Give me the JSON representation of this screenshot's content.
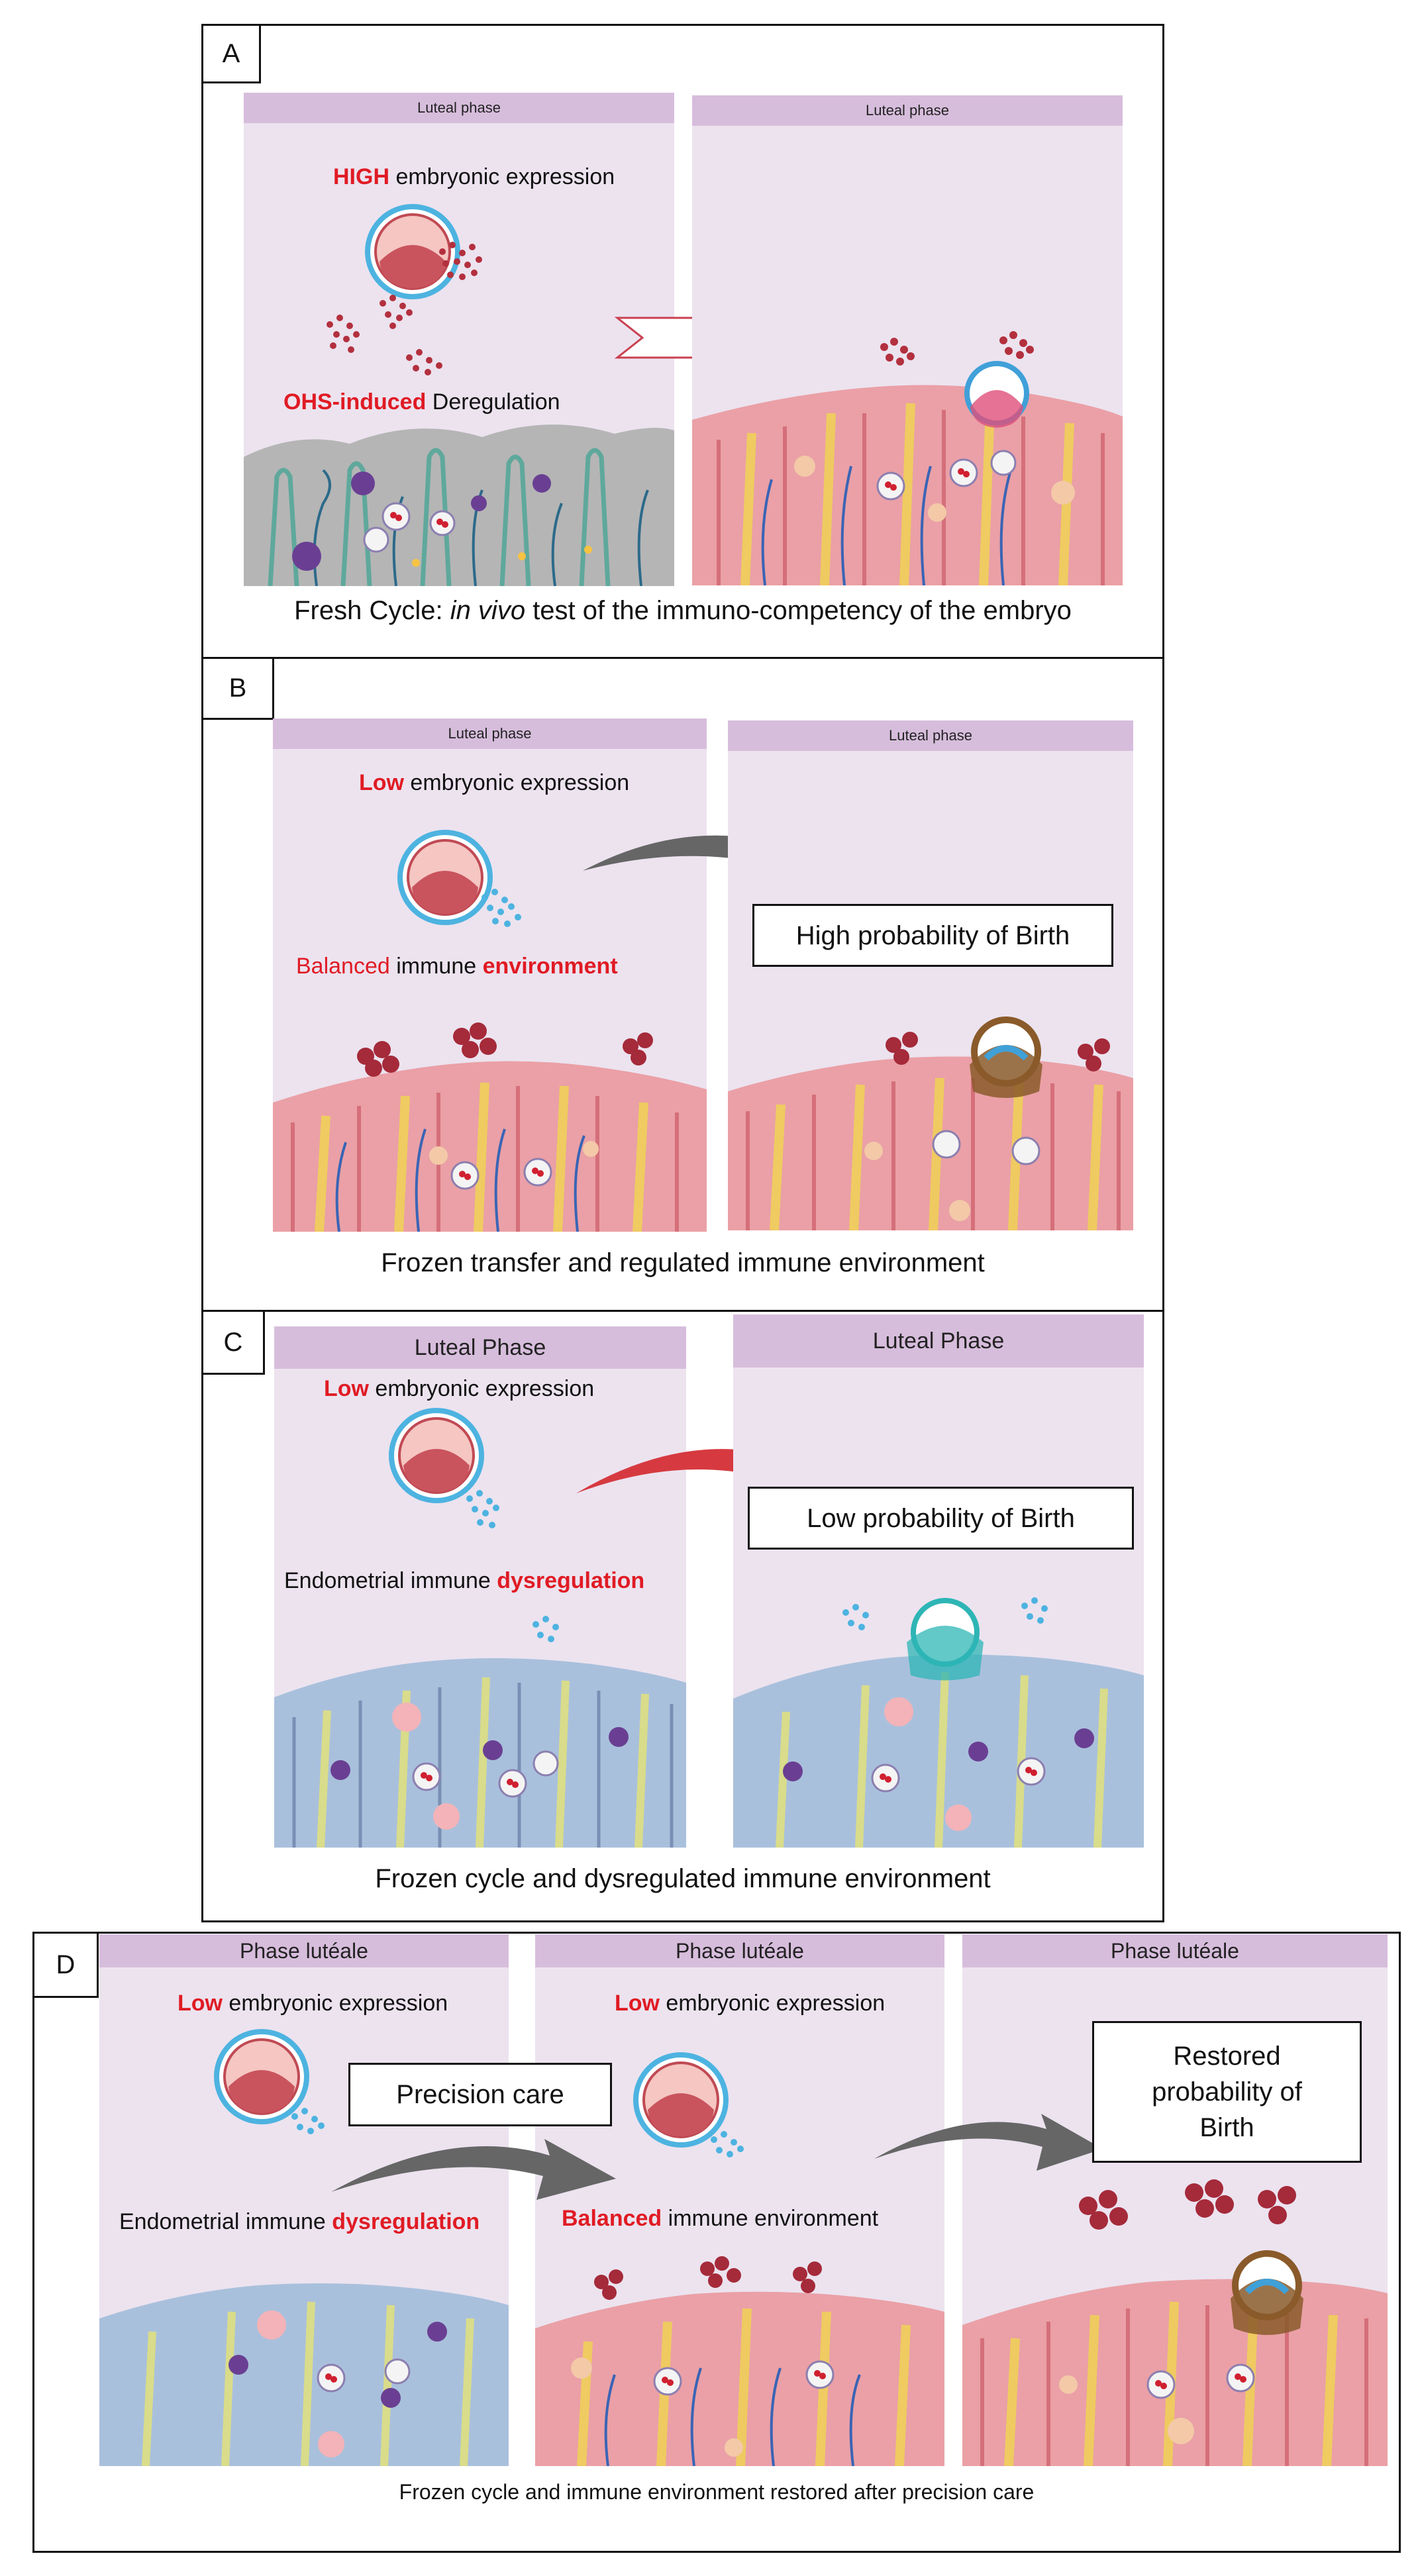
{
  "panels": {
    "A": {
      "letter": "A",
      "left": {
        "phase": "Luteal phase",
        "expr_strong": "HIGH",
        "expr_rest": " embryonic expression",
        "dereg_strong": "OHS-induced",
        "dereg_rest": " Deregulation"
      },
      "right": {
        "phase": "Luteal phase"
      },
      "caption_pre": "Fresh Cycle: ",
      "caption_em": "in vivo",
      "caption_post": " test of the immuno-competency of the embryo"
    },
    "B": {
      "letter": "B",
      "left": {
        "phase": "Luteal phase",
        "expr_strong": "Low",
        "expr_rest": " embryonic expression",
        "env_a": "Balanced",
        "env_b": " immune ",
        "env_c": "environment"
      },
      "right": {
        "phase": "Luteal phase"
      },
      "outcome": "High probability of Birth",
      "caption": "Frozen transfer and regulated immune environment"
    },
    "C": {
      "letter": "C",
      "left": {
        "phase": "Luteal Phase",
        "expr_strong": "Low",
        "expr_rest": " embryonic expression",
        "dys_rest": "Endometrial immune ",
        "dys_strong": "dysregulation"
      },
      "right": {
        "phase": "Luteal Phase"
      },
      "outcome": "Low probability of Birth",
      "caption": "Frozen cycle and dysregulated immune environment"
    },
    "D": {
      "letter": "D",
      "col1": {
        "phase": "Phase lutéale",
        "expr_strong": "Low",
        "expr_rest": " embryonic expression",
        "dys_rest": "Endometrial immune ",
        "dys_strong": "dysregulation"
      },
      "col2": {
        "phase": "Phase lutéale",
        "expr_strong": "Low",
        "expr_rest": " embryonic expression",
        "bal_strong": "Balanced",
        "bal_rest": " immune environment"
      },
      "col3": {
        "phase": "Phase lutéale"
      },
      "precision": "Precision care",
      "restored": [
        "Restored",
        "probability of",
        "Birth"
      ],
      "caption": "Frozen cycle and immune environment restored after precision care"
    }
  },
  "colors": {
    "highlight_red": "#e01b24",
    "panel_bg": "#ece3ef",
    "phase_header": "#d7bddc",
    "tissue_pink": "#eaa0a6",
    "tissue_blue": "#a9c0dc",
    "tissue_grey": "#b5b5b5"
  }
}
